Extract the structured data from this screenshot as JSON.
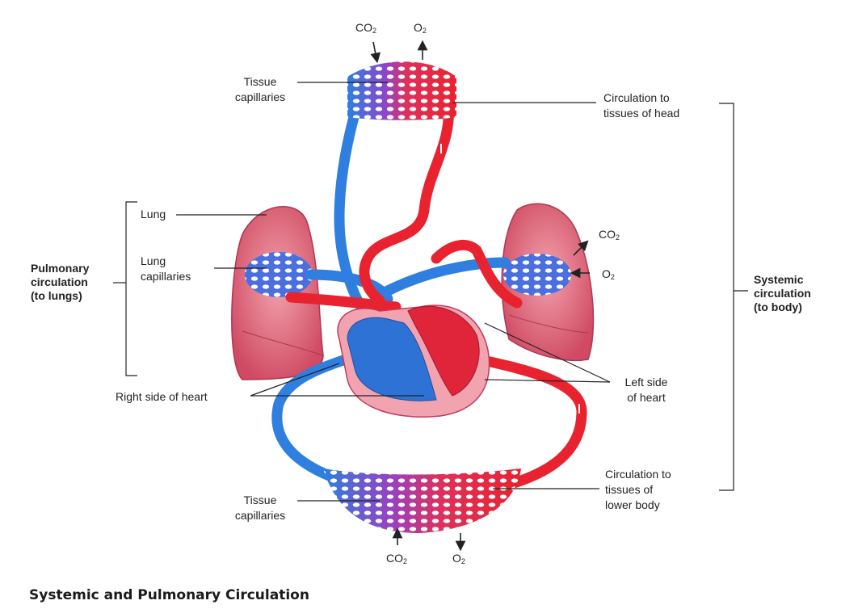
{
  "labels": {
    "tissue_capillaries_top": [
      "Tissue",
      "capillaries"
    ],
    "circulation_head": [
      "Circulation to",
      "tissues of head"
    ],
    "lung": "Lung",
    "lung_capillaries": [
      "Lung",
      "capillaries"
    ],
    "pulmonary": [
      "Pulmonary",
      "circulation",
      "(to lungs)"
    ],
    "systemic": [
      "Systemic",
      "circulation",
      "(to body)"
    ],
    "right_heart": "Right side of heart",
    "left_heart": [
      "Left side",
      "of heart"
    ],
    "tissue_capillaries_bottom": [
      "Tissue",
      "capillaries"
    ],
    "circulation_lower": [
      "Circulation to",
      "tissues of",
      "lower body"
    ]
  },
  "gases": {
    "co2": "CO",
    "co2_sub": "2",
    "o2": "O",
    "o2_sub": "2"
  },
  "caption": "Systemic and Pulmonary Circulation",
  "colors": {
    "oxygenated": "#e8232f",
    "deoxygenated": "#2e7fe0",
    "capillary_mix": "#b33fb8",
    "lung_tissue": "#e07080",
    "line": "#222222"
  }
}
